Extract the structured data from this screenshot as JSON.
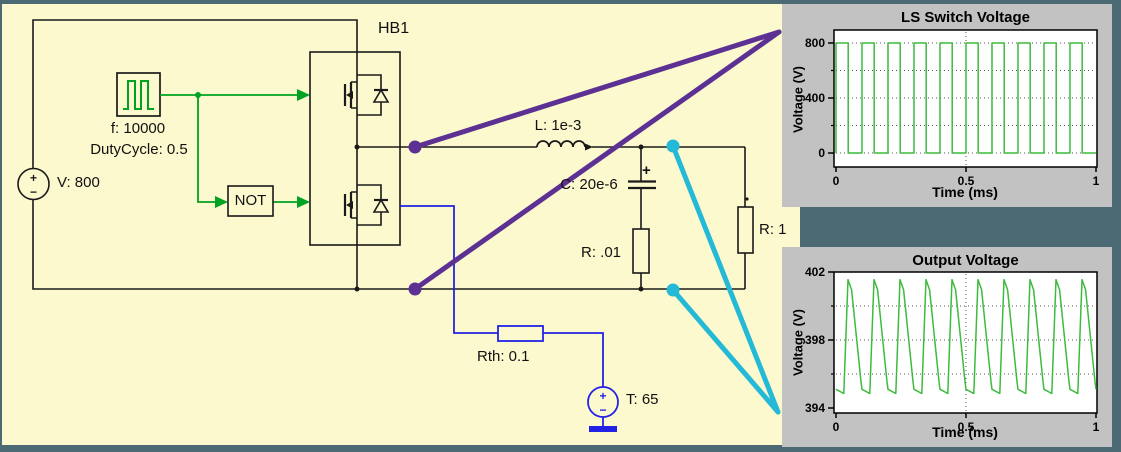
{
  "window": {
    "background": "#4C6A74",
    "canvas_background": "#FCF9CE",
    "panel_background": "#C2C2C2"
  },
  "symbols": {
    "plus": "+",
    "minus": "−"
  },
  "schematic": {
    "labels": {
      "hb1": "HB1",
      "v_source": "V: 800",
      "pulse_f": "f: 10000",
      "pulse_duty": "DutyCycle: 0.5",
      "not_gate": "NOT",
      "inductor": "L: 1e-3",
      "capacitor": "C: 20e-6",
      "esr": "R: .01",
      "load": "R: 1",
      "rth": "Rth: 0.1",
      "temp_source": "T: 65"
    },
    "colors": {
      "wire": "#1a1a1a",
      "control_green": "#00A221",
      "thermal_blue": "#2222E6",
      "probe_purple": "#5C3193",
      "probe_cyan": "#24B9D6"
    }
  },
  "chart_data": [
    {
      "type": "line",
      "title": "LS Switch Voltage",
      "xlabel": "Time (ms)",
      "ylabel": "Voltage (V)",
      "xlim": [
        0,
        1
      ],
      "ylim": [
        -100,
        895
      ],
      "xticks": [
        0,
        0.5,
        1
      ],
      "yticks": [
        0,
        400,
        800
      ],
      "yticks_minor": [
        200,
        600
      ],
      "grid_x_dotted": [
        0.5
      ],
      "grid_y_dotted": [
        0,
        200,
        400,
        600,
        800
      ],
      "line_color": "#3CBB3C",
      "series": [
        {
          "name": "LS switch voltage",
          "waveform": "square",
          "period_ms": 0.1,
          "duty": 0.47,
          "high": 800,
          "low": 0,
          "cycles": 10
        }
      ]
    },
    {
      "type": "line",
      "title": "Output Voltage",
      "xlabel": "Time (ms)",
      "ylabel": "Voltage (V)",
      "xlim": [
        0,
        1
      ],
      "ylim": [
        393.7,
        402.1
      ],
      "xticks": [
        0,
        0.5,
        1
      ],
      "yticks": [
        394,
        398,
        402
      ],
      "yticks_minor": [
        396,
        400
      ],
      "grid_x_dotted": [
        0.5
      ],
      "grid_y_dotted": [
        396,
        398,
        400
      ],
      "line_color": "#3CBB3C",
      "series": [
        {
          "name": "output voltage",
          "waveform": "ripple",
          "period_ms": 0.1,
          "cycles": 10,
          "min": 394.85,
          "max": 401.55,
          "cycle_points": [
            [
              0.0,
              395.1
            ],
            [
              0.3,
              394.85
            ],
            [
              0.46,
              401.55
            ],
            [
              0.6,
              400.95
            ],
            [
              0.96,
              395.55
            ]
          ]
        }
      ]
    }
  ]
}
